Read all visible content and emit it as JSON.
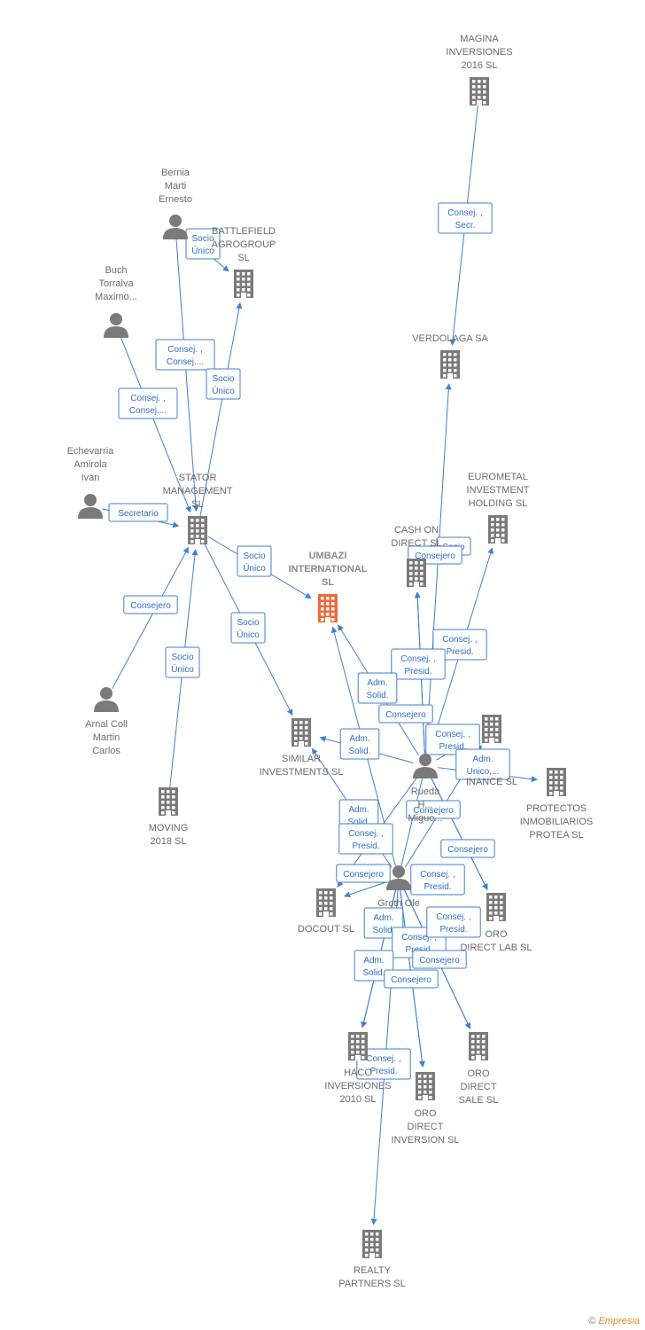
{
  "colors": {
    "accent": "#3d7fd4",
    "node": "#7a7a7a",
    "focus": "#ee6a3a",
    "text": "#6b6b6b"
  },
  "nodes": [
    {
      "id": "umbazi",
      "type": "company",
      "focus": true,
      "lines": [
        "UMBAZI",
        "INTERNATIONAL",
        "SL"
      ]
    },
    {
      "id": "magina",
      "type": "company",
      "lines": [
        "MAGINA",
        "INVERSIONES",
        "2016  SL"
      ]
    },
    {
      "id": "verdolaga",
      "type": "company",
      "lines": [
        "VERDOLAGA SA"
      ]
    },
    {
      "id": "battlefield",
      "type": "company",
      "lines": [
        "BATTLEFIELD",
        "AGROGROUP",
        "SL"
      ]
    },
    {
      "id": "stator",
      "type": "company",
      "lines": [
        "STATOR",
        "MANAGEMENT",
        "SL"
      ]
    },
    {
      "id": "eurometal",
      "type": "company",
      "lines": [
        "EUROMETAL",
        "INVESTMENT",
        "HOLDING SL"
      ]
    },
    {
      "id": "cashon",
      "type": "company",
      "lines": [
        "CASH ON",
        "DIRECT  SL"
      ]
    },
    {
      "id": "similar",
      "type": "company",
      "lines": [
        "SIMILAR",
        "INVESTMENTS SL"
      ]
    },
    {
      "id": "finance",
      "type": "company",
      "lines": [
        "INANCE  SL"
      ]
    },
    {
      "id": "protectos",
      "type": "company",
      "lines": [
        "PROTECTOS",
        "INMOBILIARIOS",
        "PROTEA  SL"
      ]
    },
    {
      "id": "moving",
      "type": "company",
      "lines": [
        "MOVING",
        "2018  SL"
      ]
    },
    {
      "id": "docout",
      "type": "company",
      "lines": [
        "DOCOUT SL"
      ]
    },
    {
      "id": "orolab",
      "type": "company",
      "lines": [
        "ORO",
        "DIRECT LAB SL"
      ]
    },
    {
      "id": "hacom",
      "type": "company",
      "lines": [
        "HACO",
        "INVERSIONES",
        "2010 SL"
      ]
    },
    {
      "id": "orosale",
      "type": "company",
      "lines": [
        "ORO",
        "DIRECT",
        "SALE SL"
      ]
    },
    {
      "id": "oroinv",
      "type": "company",
      "lines": [
        "ORO",
        "DIRECT",
        "INVERSION SL"
      ]
    },
    {
      "id": "realty",
      "type": "company",
      "lines": [
        "REALTY",
        "PARTNERS  SL"
      ]
    },
    {
      "id": "bernia",
      "type": "person",
      "lines": [
        "Bernia",
        "Marti",
        "Ernesto"
      ]
    },
    {
      "id": "buch",
      "type": "person",
      "lines": [
        "Buch",
        "Torralva",
        "Maximo..."
      ]
    },
    {
      "id": "echevarria",
      "type": "person",
      "lines": [
        "Echevarria",
        "Amirola",
        "Ivan"
      ]
    },
    {
      "id": "arnal",
      "type": "person",
      "lines": [
        "Arnal Coll",
        "Martin",
        "Carlos"
      ]
    },
    {
      "id": "rueda",
      "type": "person",
      "lines": [
        "Rueda",
        "H...",
        "Migue..."
      ]
    },
    {
      "id": "groth",
      "type": "person",
      "lines": [
        "Groth Ole"
      ]
    }
  ],
  "edges": [
    {
      "from": "magina",
      "to": "verdolaga",
      "label": [
        "Consej. ,",
        "Secr."
      ]
    },
    {
      "from": "bernia",
      "to": "battlefield",
      "label": [
        "Socio",
        "Único"
      ]
    },
    {
      "from": "bernia",
      "to": "stator",
      "label": [
        "Consej. ,",
        "Consej...."
      ]
    },
    {
      "from": "buch",
      "to": "stator",
      "label": [
        "Consej. ,",
        "Consej...."
      ]
    },
    {
      "from": "stator",
      "to": "battlefield",
      "label": [
        "Socio",
        "Único"
      ]
    },
    {
      "from": "echevarria",
      "to": "stator",
      "label": [
        "Secretario"
      ]
    },
    {
      "from": "stator",
      "to": "umbazi",
      "label": [
        "Socio",
        "Único"
      ]
    },
    {
      "from": "stator",
      "to": "similar",
      "label": [
        "Socio",
        "Único"
      ]
    },
    {
      "from": "arnal",
      "to": "stator",
      "label": [
        "Consejero"
      ]
    },
    {
      "from": "moving",
      "to": "stator",
      "label": [
        "Socio",
        "Único"
      ]
    },
    {
      "from": "rueda",
      "to": "cashon",
      "label": [
        "Socio"
      ]
    },
    {
      "from": "rueda",
      "to": "cashon",
      "label": [
        "Consejero"
      ]
    },
    {
      "from": "rueda",
      "to": "eurometal",
      "label": [
        "Consej. ,",
        "Presid."
      ]
    },
    {
      "from": "rueda",
      "to": "verdolaga",
      "label": [
        "Consej. ,",
        "Presid."
      ]
    },
    {
      "from": "rueda",
      "to": "umbazi",
      "label": [
        "Adm.",
        "Solid."
      ]
    },
    {
      "from": "rueda",
      "to": "similar",
      "label": [
        "Consejero"
      ]
    },
    {
      "from": "rueda",
      "to": "finance",
      "label": [
        "Consej. ,",
        "Presid."
      ]
    },
    {
      "from": "rueda",
      "to": "protectos",
      "label": [
        "Adm.",
        "Unico,..."
      ]
    },
    {
      "from": "groth",
      "to": "umbazi",
      "label": [
        "Adm.",
        "Solid."
      ]
    },
    {
      "from": "groth",
      "to": "similar",
      "label": [
        "Adm.",
        "Solid."
      ]
    },
    {
      "from": "groth",
      "to": "docout",
      "label": [
        "Consej. ,",
        "Presid."
      ]
    },
    {
      "from": "rueda",
      "to": "docout",
      "label": [
        "Consejero"
      ]
    },
    {
      "from": "rueda",
      "to": "orolab",
      "label": [
        "Consejero"
      ]
    },
    {
      "from": "rueda",
      "to": "orolab",
      "label": [
        "Consej. ,",
        "Presid."
      ]
    },
    {
      "from": "groth",
      "to": "finance",
      "label": [
        "Consejero"
      ]
    },
    {
      "from": "groth",
      "to": "hacom",
      "label": [
        "Adm.",
        "Solid."
      ]
    },
    {
      "from": "groth",
      "to": "oroinv",
      "label": [
        "Consej. ,",
        "Presid."
      ]
    },
    {
      "from": "groth",
      "to": "orosale",
      "label": [
        "Consej. ,",
        "Presid."
      ]
    },
    {
      "from": "groth",
      "to": "orosale",
      "label": [
        "Consejero"
      ]
    },
    {
      "from": "rueda",
      "to": "hacom",
      "label": [
        "Adm.",
        "Solid."
      ]
    },
    {
      "from": "groth",
      "to": "oroinv",
      "label": [
        "Consejero"
      ]
    },
    {
      "from": "groth",
      "to": "realty",
      "label": [
        "Consej. ,",
        "Presid."
      ]
    }
  ],
  "footer": {
    "copyright": "©",
    "brand": "Empresia"
  }
}
